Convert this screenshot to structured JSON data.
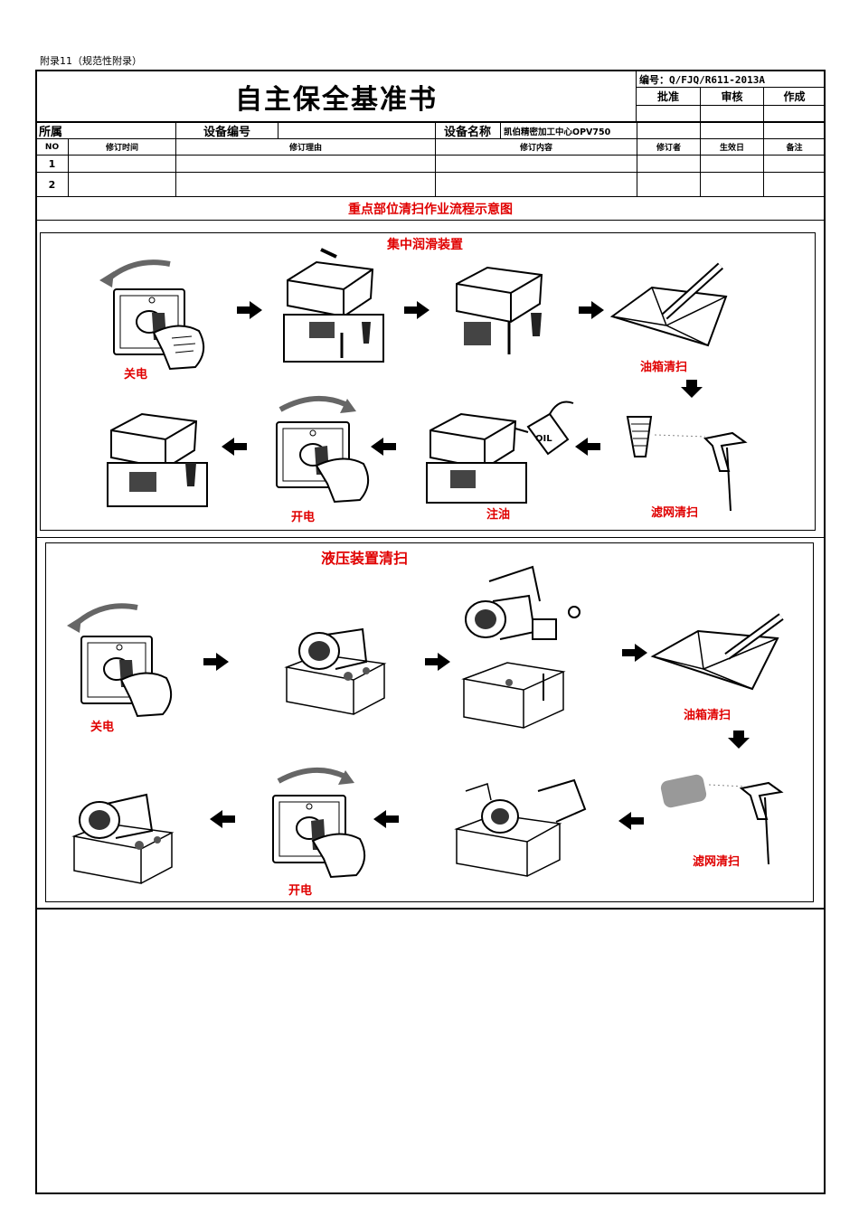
{
  "appendix_label": "附录11（规范性附录）",
  "title": "自主保全基准书",
  "doc_number": "编号：Q/FJQ/R611-2013A",
  "approval": {
    "approve": "批准",
    "review": "审核",
    "author": "作成"
  },
  "info_row": {
    "belong_label": "所属",
    "equipment_no_label": "设备编号",
    "equipment_name_label": "设备名称",
    "equipment_name_value": "凯伯精密加工中心OPV750"
  },
  "revision_headers": {
    "no": "NO",
    "date": "修订时间",
    "reason": "修订理由",
    "content": "修订内容",
    "reviser": "修订者",
    "effective": "生效日",
    "remark": "备注"
  },
  "revision_rows": [
    {
      "no": "1",
      "date": "",
      "reason": "",
      "content": "",
      "reviser": "",
      "effective": "",
      "remark": ""
    },
    {
      "no": "2",
      "date": "",
      "reason": "",
      "content": "",
      "reviser": "",
      "effective": "",
      "remark": ""
    }
  ],
  "section_title": "重点部位清扫作业流程示意图",
  "panel1": {
    "title": "集中润滑装置",
    "step_power_off": "关电",
    "step_tank_clean": "油箱清扫",
    "step_filter_clean": "滤网清扫",
    "step_refill": "注油",
    "step_power_on": "开电",
    "oil_can_text": "OIL"
  },
  "panel2": {
    "title": "液压装置清扫",
    "step_power_off": "关电",
    "step_tank_clean": "油箱清扫",
    "step_filter_clean": "滤网清扫",
    "step_power_on": "开电"
  }
}
